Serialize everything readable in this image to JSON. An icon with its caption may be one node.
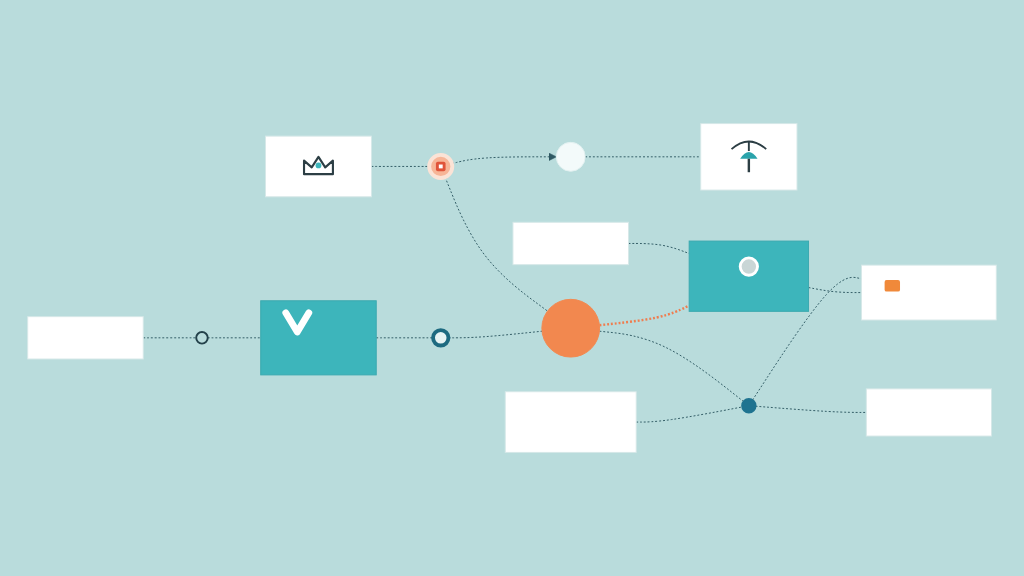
{
  "diagram": {
    "nodes": [
      {
        "text": [],
        "shape": "picture"
      },
      {
        "text": [],
        "shape": "circle"
      },
      {
        "text": [],
        "shape": "drop"
      },
      {
        "text": [],
        "shape": "picture"
      },
      {
        "text": [],
        "shape": "box"
      },
      {
        "text": [],
        "shape": "box"
      },
      {
        "text": [],
        "shape": "circle"
      },
      {
        "text": [],
        "shape": "box"
      },
      {
        "text": [],
        "shape": "circle"
      },
      {
        "text": [],
        "shape": "circle"
      },
      {
        "text": [],
        "shape": "box"
      },
      {
        "text": [],
        "shape": "box"
      },
      {
        "text": [],
        "shape": "circle"
      },
      {
        "text": [],
        "shape": "box"
      },
      {
        "text": [],
        "shape": "box"
      }
    ],
    "edges": [
      {
        "from": 0,
        "to": 1,
        "arrow": "none",
        "style": "dashed"
      },
      {
        "from": 1,
        "to": 2,
        "arrow": "to",
        "style": "dashed"
      },
      {
        "from": 2,
        "to": 3,
        "arrow": "none",
        "style": "dashed"
      },
      {
        "from": 4,
        "to": 6,
        "arrow": "none",
        "style": "dashed"
      },
      {
        "from": 6,
        "to": 7,
        "arrow": "none",
        "style": "dashed"
      },
      {
        "from": 1,
        "to": 9,
        "arrow": "none",
        "style": "dashed"
      },
      {
        "from": 5,
        "to": 10,
        "arrow": "none",
        "style": "dashed"
      },
      {
        "from": 7,
        "to": 8,
        "arrow": "none",
        "style": "dashed"
      },
      {
        "from": 8,
        "to": 9,
        "arrow": "none",
        "style": "dashed"
      },
      {
        "from": 9,
        "to": 10,
        "arrow": "none",
        "style": "dashed",
        "color": "#ef7d4f"
      },
      {
        "from": 9,
        "to": 12,
        "arrow": "none",
        "style": "dashed"
      },
      {
        "from": 11,
        "to": 12,
        "arrow": "none",
        "style": "dashed"
      },
      {
        "from": 12,
        "to": 13,
        "arrow": "none",
        "style": "dashed"
      },
      {
        "from": 12,
        "to": 14,
        "arrow": "none",
        "style": "dashed"
      },
      {
        "from": 10,
        "to": 14,
        "arrow": "none",
        "style": "dashed"
      }
    ]
  }
}
